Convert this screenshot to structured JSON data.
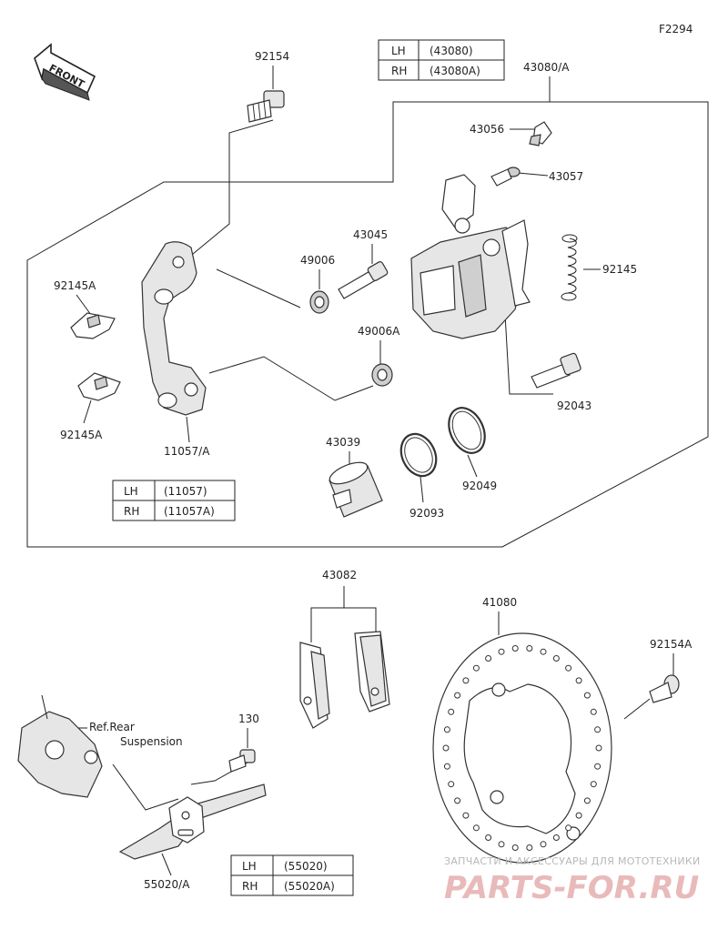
{
  "figure_code": "F2294",
  "front_label": "FRONT",
  "labels": {
    "p92154": "92154",
    "p43080": "43080/A",
    "p43056": "43056",
    "p43057": "43057",
    "p43045": "43045",
    "p49006": "49006",
    "p92145": "92145",
    "p92145A_top": "92145A",
    "p92145A_bottom": "92145A",
    "p49006A": "49006A",
    "p92043": "92043",
    "p11057": "11057/A",
    "p43039": "43039",
    "p92049": "92049",
    "p92093": "92093",
    "p43082": "43082",
    "p41080": "41080",
    "p92154A": "92154A",
    "p130": "130",
    "ref_line1": "Ref.Rear",
    "ref_line2": "Suspension",
    "p55020": "55020/A"
  },
  "tables": {
    "caliper": [
      {
        "side": "LH",
        "part": "(43080)"
      },
      {
        "side": "RH",
        "part": "(43080A)"
      }
    ],
    "bracket": [
      {
        "side": "LH",
        "part": "(11057)"
      },
      {
        "side": "RH",
        "part": "(11057A)"
      }
    ],
    "guard": [
      {
        "side": "LH",
        "part": "(55020)"
      },
      {
        "side": "RH",
        "part": "(55020A)"
      }
    ]
  },
  "watermark": {
    "line1": "ЗАПЧАСТИ И АКСЕССУАРЫ ДЛЯ МОТОТЕХНИКИ",
    "line2": "PARTS-FOR.RU"
  }
}
